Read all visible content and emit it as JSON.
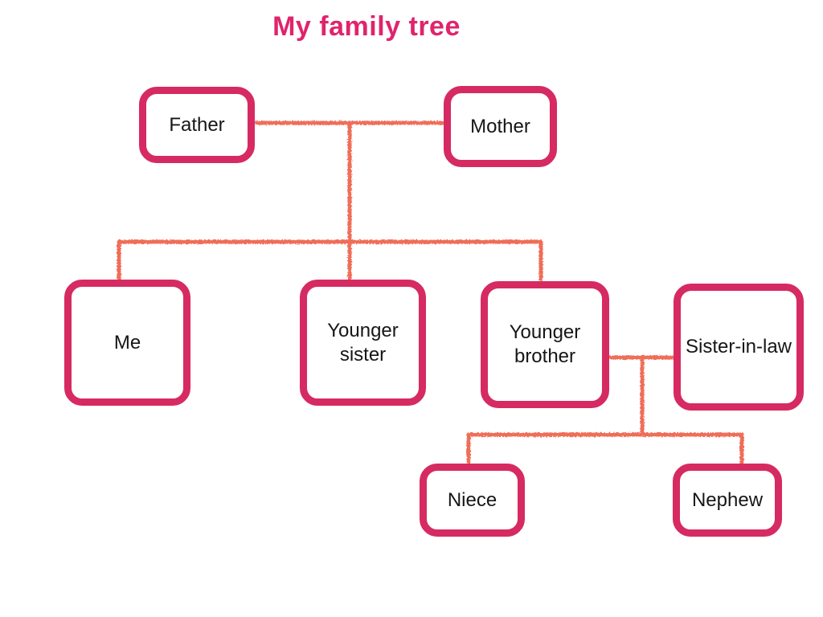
{
  "title": "My family tree",
  "colors": {
    "title_text": "#e0246c",
    "node_border": "#d62a62",
    "node_background": "#ffffff",
    "node_text": "#161616",
    "connector_line": "#ef6e58",
    "page_background": "#ffffff"
  },
  "nodes": [
    {
      "id": "father",
      "label": "Father"
    },
    {
      "id": "mother",
      "label": "Mother"
    },
    {
      "id": "me",
      "label": "Me"
    },
    {
      "id": "younger-sister",
      "label": "Younger sister"
    },
    {
      "id": "younger-brother",
      "label": "Younger brother"
    },
    {
      "id": "sister-in-law",
      "label": "Sister-in-law"
    },
    {
      "id": "niece",
      "label": "Niece"
    },
    {
      "id": "nephew",
      "label": "Nephew"
    }
  ],
  "edges": [
    {
      "type": "marriage",
      "between": [
        "father",
        "mother"
      ]
    },
    {
      "type": "children",
      "parents": [
        "father",
        "mother"
      ],
      "children": [
        "me",
        "younger-sister",
        "younger-brother"
      ]
    },
    {
      "type": "marriage",
      "between": [
        "younger-brother",
        "sister-in-law"
      ]
    },
    {
      "type": "children",
      "parents": [
        "younger-brother",
        "sister-in-law"
      ],
      "children": [
        "niece",
        "nephew"
      ]
    }
  ]
}
